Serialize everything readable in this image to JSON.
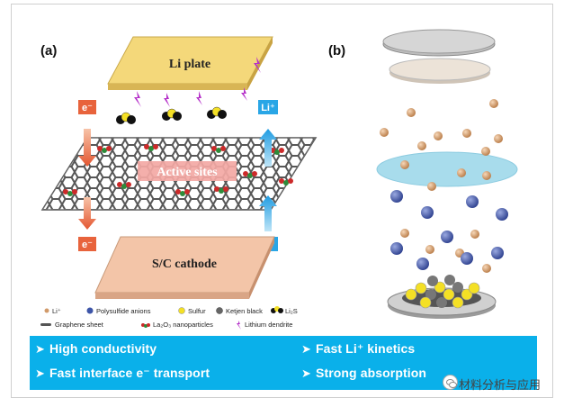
{
  "panel_a": {
    "label": "(a)",
    "li_plate": "Li plate",
    "cathode": "S/C cathode",
    "active_sites": "Active sites",
    "electron_label": "e⁻",
    "li_label": "Li⁺"
  },
  "panel_b": {
    "label": "(b)"
  },
  "legend": {
    "li_ion": "Li⁺",
    "polysulfide": "Polysulfide anions",
    "sulfur": "Sulfur",
    "ketjen": "Ketjen black",
    "li2s": "Li₂S",
    "graphene": "Graphene sheet",
    "la2o3": "La₂O₃ nanoparticles",
    "dendrite": "Lithium dendrite"
  },
  "features": {
    "left_1": "High conductivity",
    "left_2": "Fast interface e⁻ transport",
    "right_1": "Fast Li⁺ kinetics",
    "right_2": "Strong absorption"
  },
  "watermark": "材料分析与应用",
  "colors": {
    "li_plate": "#f5d97a",
    "cathode": "#f2c4a6",
    "banner": "#0ab0ea",
    "arrow_red": "#e8633c",
    "arrow_blue": "#29a6e6",
    "separator": "#9fd8ea",
    "polysulfide": "#3d55a8",
    "li_ion": "#d19a6a",
    "sulfur": "#f4e025"
  }
}
